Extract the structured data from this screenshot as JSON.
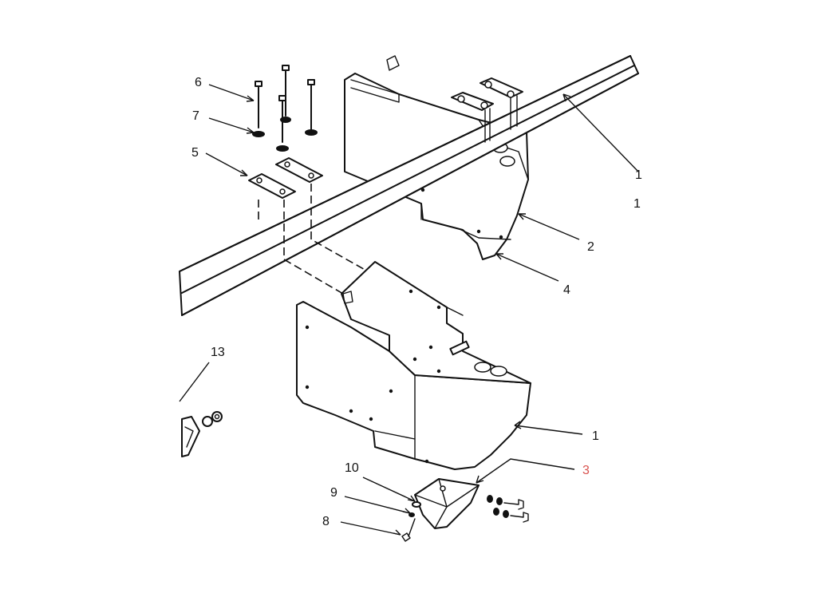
{
  "callouts": {
    "c1": "1",
    "c2": "2",
    "c3": "3",
    "c4": "4",
    "c5": "5",
    "c6": "6",
    "c7": "7",
    "c8": "8",
    "c9": "9",
    "c10": "10",
    "c13": "13",
    "c_edge_top": "1",
    "c_edge_bottom": "1"
  },
  "colors": {
    "line": "#111111",
    "highlight": "#d9534f",
    "background": "#ffffff"
  }
}
